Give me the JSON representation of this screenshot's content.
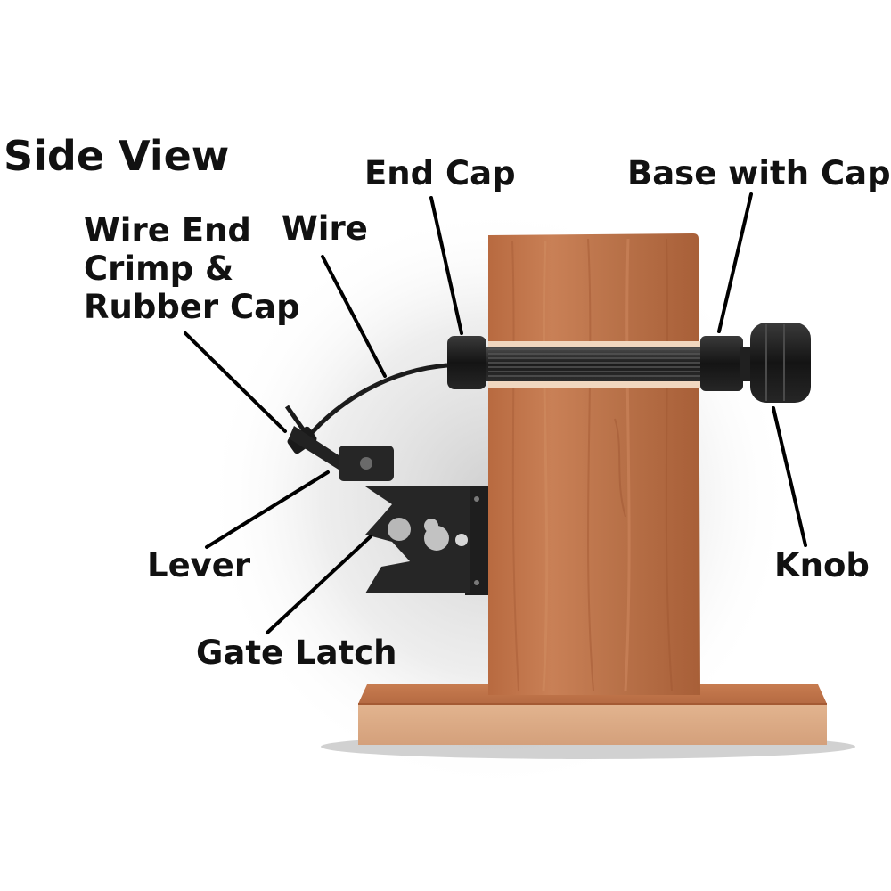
{
  "title": "Side View",
  "labels": {
    "wire_end": "Wire End\nCrimp &\nRubber Cap",
    "wire": "Wire",
    "end_cap": "End Cap",
    "base_with_cap": "Base with Cap",
    "knob": "Knob",
    "lever": "Lever",
    "gate_latch": "Gate Latch"
  }
}
